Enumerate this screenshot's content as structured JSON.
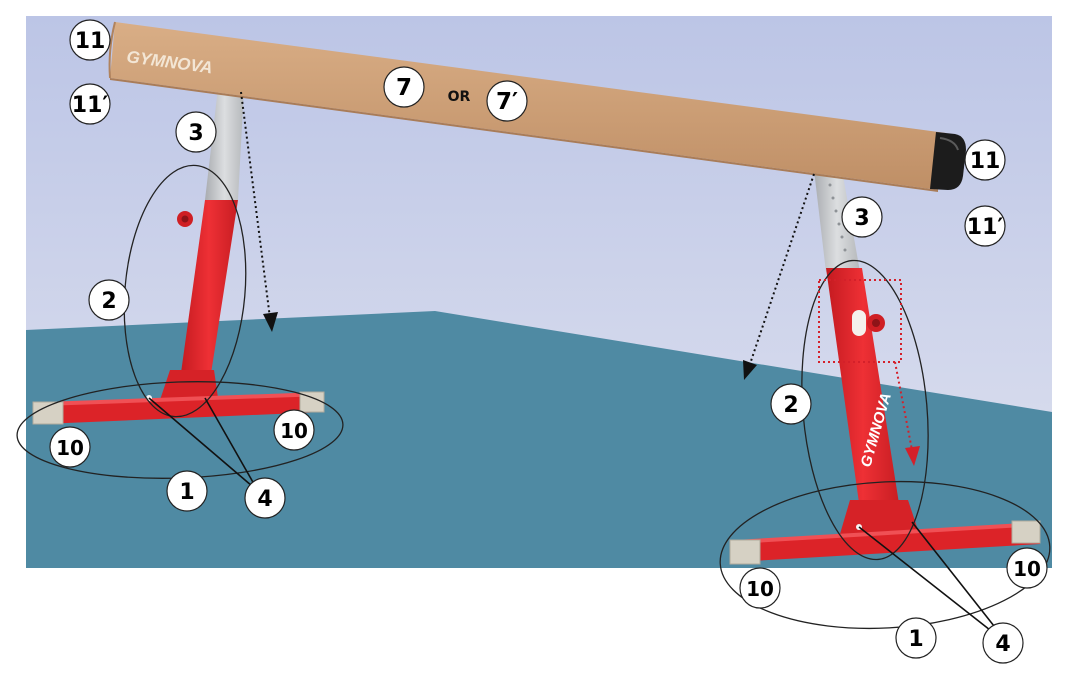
{
  "brand": {
    "beam_logo": "GYMNOVA",
    "leg_logo": "GYMNOVA"
  },
  "connector_or": "OR",
  "callouts": {
    "c11_left": "11",
    "c11p_left": "11′",
    "c11_right": "11",
    "c11p_right": "11′",
    "c7": "7",
    "c7p": "7′",
    "c3_left": "3",
    "c3_right": "3",
    "c2_left": "2",
    "c2_right": "2",
    "c10_ll": "10",
    "c10_lr": "10",
    "c10_rl": "10",
    "c10_rr": "10",
    "c1_left": "1",
    "c1_right": "1",
    "c4_left": "4",
    "c4_right": "4"
  },
  "colors": {
    "sky": "#c9d1ea",
    "floor": "#4f8aa3",
    "beam": "#c99a72",
    "leg_red": "#e8262b",
    "post_silver": "#c7c9cc",
    "foot_cap": "#d6d1c4",
    "end_cap": "#1c1c1c",
    "accent_arrow": "#d4202a"
  }
}
